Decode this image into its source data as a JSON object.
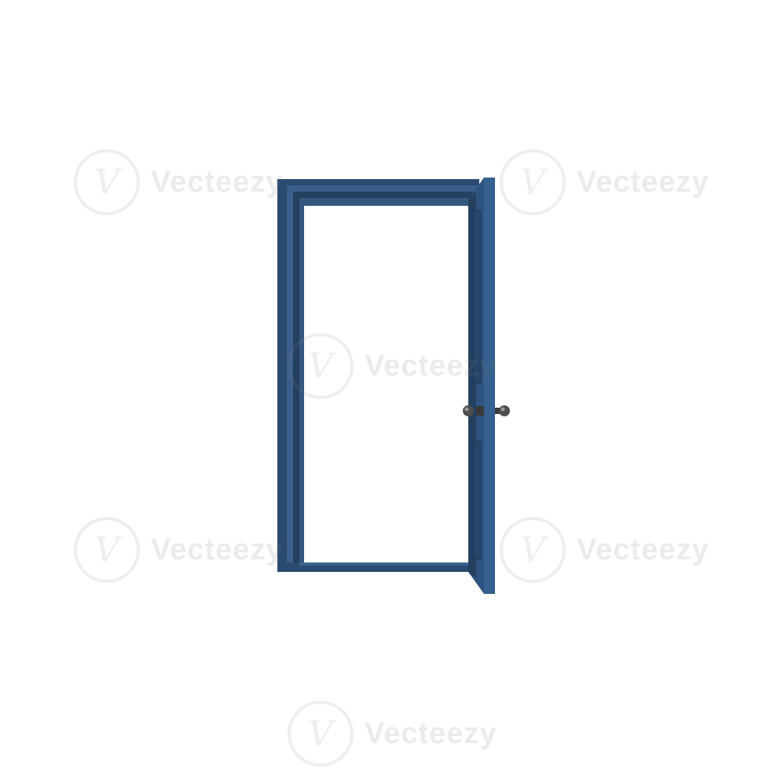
{
  "image": {
    "subject": "open-door",
    "colors": {
      "background": "#ffffff",
      "door": "#2f4f75",
      "door_dark": "#1f3a5a",
      "door_light": "#3d6290",
      "knob": "#5a5a5a"
    }
  },
  "watermark": {
    "text": "Vecteezy",
    "logo_glyph": "V"
  }
}
